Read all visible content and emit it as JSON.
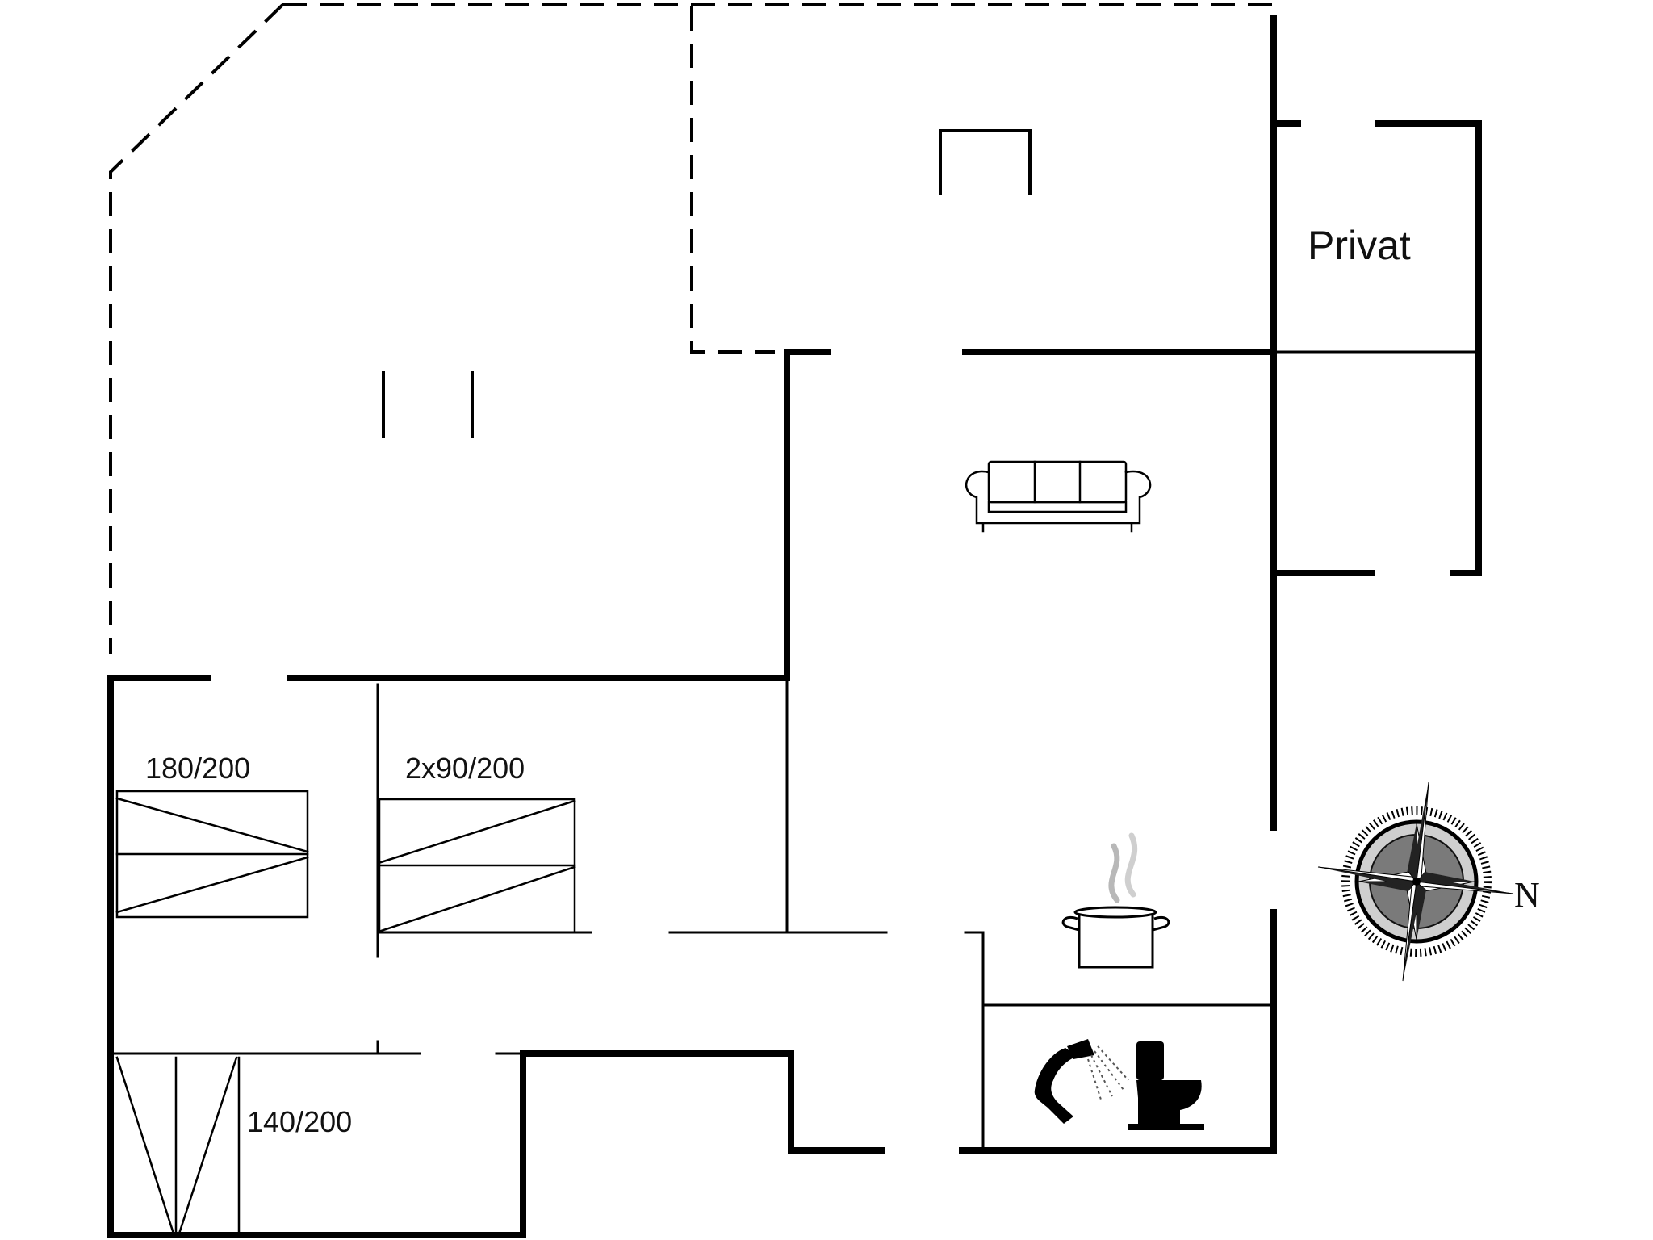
{
  "labels": {
    "privat": "Privat",
    "bed_master": "180/200",
    "bed_twin": "2x90/200",
    "bed_double": "140/200",
    "north": "N"
  },
  "icons": {
    "sofa": "sofa-icon",
    "kitchen": "cooking-pot-icon",
    "shower": "shower-icon",
    "toilet": "toilet-icon",
    "compass": "compass-rose-icon"
  },
  "colors": {
    "line": "#000000",
    "background": "#ffffff"
  }
}
